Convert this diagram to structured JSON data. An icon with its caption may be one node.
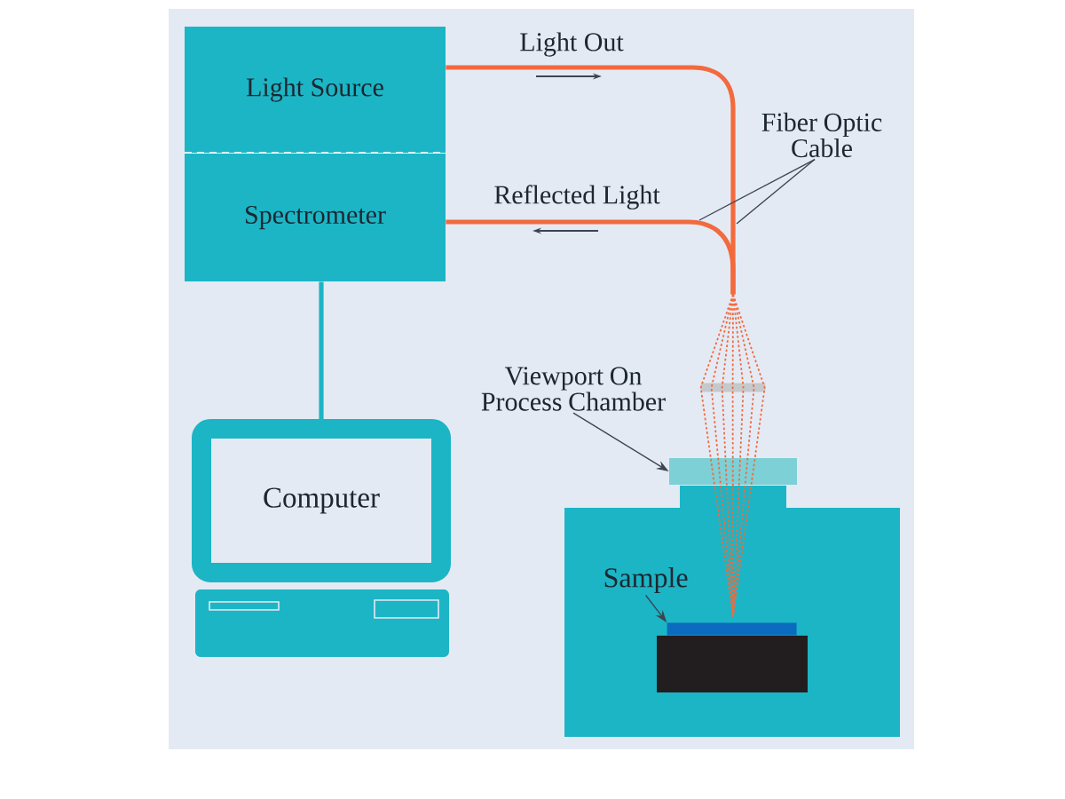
{
  "diagram": {
    "nodes": [
      {
        "text": [
          "Light Source"
        ]
      },
      {
        "text": [
          "Spectrometer"
        ]
      },
      {
        "text": [
          "Fiber Optic Cable"
        ]
      },
      {
        "text": [
          "Computer"
        ]
      },
      {
        "text": [
          "Viewport On Process Chamber"
        ]
      },
      {
        "text": [],
        "shape": "box"
      },
      {
        "text": [],
        "shape": "box"
      },
      {
        "text": [
          "Sample"
        ],
        "in": 6
      },
      {
        "text": [],
        "shape": "box",
        "in": 6
      },
      {
        "text": [],
        "shape": "cone"
      }
    ],
    "edges": [
      {
        "from": 0,
        "to": 9,
        "arrow": "none",
        "label": "Light Out",
        "style": "thick",
        "color": "#f26a3d"
      },
      {
        "from": 1,
        "to": 9,
        "arrow": "none",
        "label": "Reflected Light",
        "style": "thick",
        "color": "#f26a3d"
      },
      {
        "from": 2,
        "to": null,
        "arrow": "none"
      },
      {
        "from": 2,
        "to": null,
        "arrow": "none"
      },
      {
        "from": 1,
        "to": 3,
        "arrow": "none",
        "style": "thick",
        "color": "#1cb5c5"
      },
      {
        "from": 4,
        "to": 5,
        "arrow": "to"
      },
      {
        "from": 7,
        "to": 8,
        "arrow": "to"
      }
    ]
  }
}
